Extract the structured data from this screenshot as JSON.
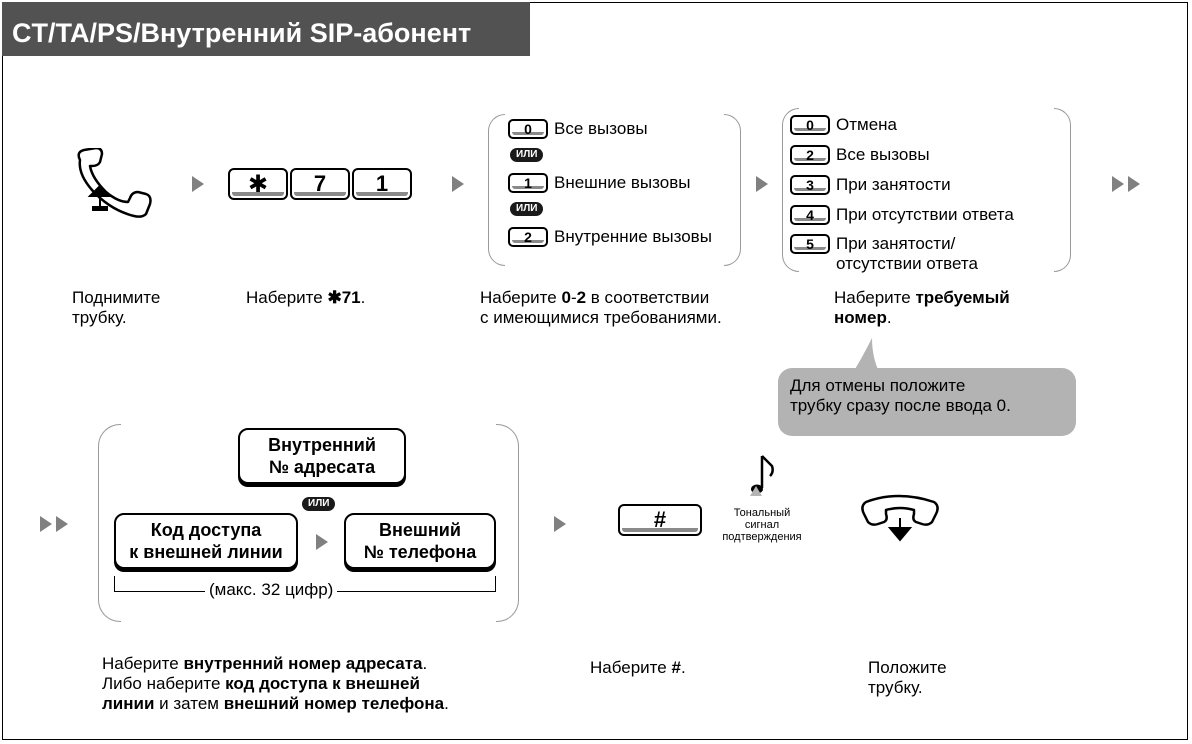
{
  "title": "CT/TA/PS/Внутренний SIP-абонент",
  "steps_row1": {
    "step1": {
      "line1": "Поднимите",
      "line2": "трубку."
    },
    "step2": {
      "prefix": "Наберите ",
      "bold": "✱71",
      "suffix": "."
    },
    "step3": {
      "prefix": "Наберите ",
      "bold1": "0",
      "mid": "-",
      "bold2": "2",
      "suffix": " в соответствии",
      "line2": "с имеющимися требованиями."
    },
    "step4": {
      "prefix": "Наберите ",
      "bold1": "требуемый",
      "bold2": "номер",
      "suffix": "."
    }
  },
  "keys_row1": {
    "star": "✱",
    "seven": "7",
    "one": "1"
  },
  "group1": {
    "or": "ИЛИ",
    "options": [
      {
        "key": "0",
        "label": "Все вызовы"
      },
      {
        "key": "1",
        "label": "Внешние вызовы"
      },
      {
        "key": "2",
        "label": "Внутренние вызовы"
      }
    ]
  },
  "group2": {
    "options": [
      {
        "key": "0",
        "label": "Отмена"
      },
      {
        "key": "2",
        "label": "Все вызовы"
      },
      {
        "key": "3",
        "label": "При занятости"
      },
      {
        "key": "4",
        "label": "При отсутствии ответа"
      },
      {
        "key": "5",
        "label": "При занятости/",
        "label2": "отсутствии ответа"
      }
    ]
  },
  "callout": {
    "line1": "Для отмены положите",
    "line2": "трубку сразу после ввода 0."
  },
  "row2": {
    "box_internal": {
      "line1": "Внутренний",
      "line2": "№ адресата"
    },
    "or": "ИЛИ",
    "box_access": {
      "line1": "Код доступа",
      "line2": "к внешней линии"
    },
    "box_external": {
      "line1": "Внешний",
      "line2": "№ телефона"
    },
    "max_digits": "(макс. 32 цифр)",
    "hash_key": "#",
    "tone": {
      "line1": "Тональный",
      "line2": "сигнал",
      "line3": "подтверждения"
    }
  },
  "steps_row2": {
    "step1": {
      "prefix": "Наберите ",
      "bold1": "внутренний номер адресата",
      "suffix1": ".",
      "line2_prefix": "Либо наберите ",
      "bold2": "код доступа к внешней",
      "bold3": "линии",
      "mid": " и затем ",
      "bold4": "внешний номер телефона",
      "suffix2": "."
    },
    "step2": {
      "prefix": "Наберите ",
      "bold": "#",
      "suffix": "."
    },
    "step3": {
      "line1": "Положите",
      "line2": "трубку."
    }
  },
  "colors": {
    "title_bg": "#525252",
    "arrow": "#808080",
    "callout_bg": "#b3b3b3",
    "key_shade": "#8a8a8a"
  }
}
